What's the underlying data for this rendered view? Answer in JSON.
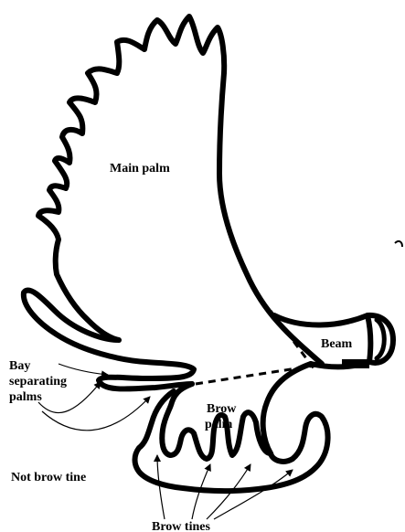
{
  "labels": {
    "main_palm": "Main palm",
    "beam": "Beam",
    "bay_line1": "Bay",
    "bay_line2": "separating",
    "bay_line3": "palms",
    "brow_palm_line1": "Brow",
    "brow_palm_line2": "palm",
    "not_brow_tine": "Not brow tine",
    "brow_tines": "Brow tines"
  },
  "colors": {
    "ink": "#000000",
    "background": "#ffffff"
  }
}
